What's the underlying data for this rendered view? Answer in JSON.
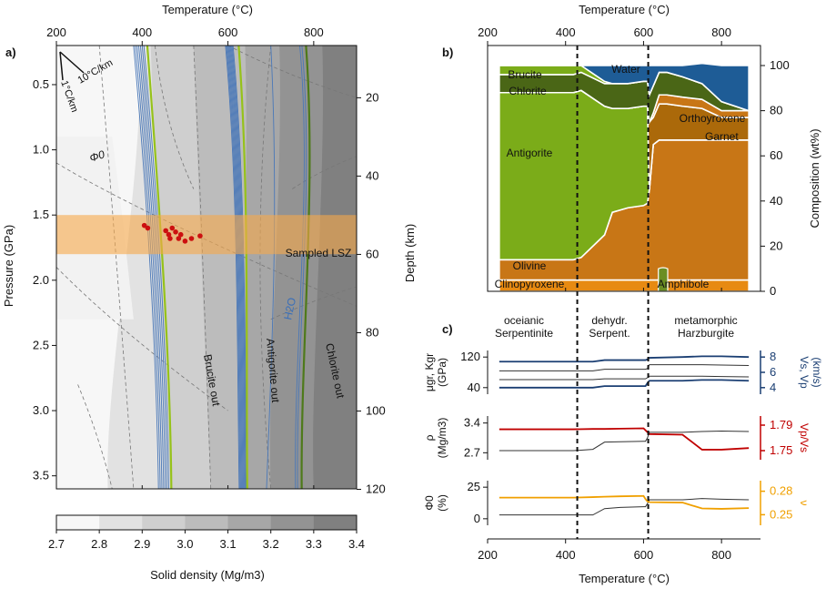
{
  "chart_data": [
    {
      "panel": "a)",
      "type": "area",
      "xlabel_top": "Temperature (°C)",
      "xlim": [
        200,
        900
      ],
      "xticks": [
        "200",
        "400",
        "600",
        "800"
      ],
      "ylabel": "Pressure (GPa)",
      "ylim": [
        0.2,
        3.6
      ],
      "yticks": [
        "0.5",
        "1.0",
        "1.5",
        "2.0",
        "2.5",
        "3.0",
        "3.5"
      ],
      "ylabel_right": "Depth (km)",
      "yticks_right": [
        "20",
        "40",
        "60",
        "80",
        "100",
        "120"
      ],
      "gradients": [
        "10°C/km",
        "1°C/km"
      ],
      "phi_label": "Φ0",
      "band": {
        "label": "Sampled LSZ",
        "p_range": [
          1.5,
          1.8
        ]
      },
      "samples": [
        {
          "t": 405,
          "p": 1.58
        },
        {
          "t": 413,
          "p": 1.6
        },
        {
          "t": 455,
          "p": 1.62
        },
        {
          "t": 462,
          "p": 1.65
        },
        {
          "t": 470,
          "p": 1.6
        },
        {
          "t": 478,
          "p": 1.63
        },
        {
          "t": 485,
          "p": 1.68
        },
        {
          "t": 490,
          "p": 1.65
        },
        {
          "t": 500,
          "p": 1.7
        },
        {
          "t": 515,
          "p": 1.68
        },
        {
          "t": 535,
          "p": 1.66
        },
        {
          "t": 465,
          "p": 1.68
        }
      ],
      "reaction_lines": [
        {
          "label": "Brucite out",
          "t_top": 412,
          "t_bottom": 468
        },
        {
          "label": "Antigorite out",
          "t_top": 625,
          "t_bottom": 645
        },
        {
          "label": "Chlorite out",
          "t_top": 782,
          "t_bottom": 772
        }
      ],
      "water_label": "H2O",
      "colorbar": {
        "label": "Solid density (Mg/m3)",
        "ticks": [
          "2.7",
          "2.8",
          "2.9",
          "3.0",
          "3.1",
          "3.2",
          "3.3",
          "3.4"
        ],
        "colors": [
          "#f7f7f7",
          "#e2e2e2",
          "#cfcfcf",
          "#bcbcbc",
          "#a7a7a7",
          "#939393",
          "#808080"
        ]
      }
    },
    {
      "panel": "b)",
      "type": "area",
      "xlabel_top": "Temperature (°C)",
      "xlim": [
        200,
        900
      ],
      "xticks": [
        "200",
        "400",
        "600",
        "800"
      ],
      "ylabel_right": "Composition (wt%)",
      "ylim": [
        0,
        100
      ],
      "yticks": [
        "0",
        "20",
        "40",
        "60",
        "80",
        "100"
      ],
      "t_markers": [
        430,
        612
      ],
      "x": [
        230,
        420,
        440,
        500,
        520,
        560,
        600,
        610,
        615,
        625,
        640,
        660,
        700,
        750,
        800,
        870
      ],
      "series": [
        {
          "name": "Clinopyroxene",
          "color": "#e78a12",
          "values": [
            5,
            5,
            5,
            5,
            5,
            5,
            5,
            5,
            5,
            5,
            5,
            5,
            5,
            5,
            5,
            5
          ]
        },
        {
          "name": "Olivine",
          "color": "#c87616",
          "values": [
            9,
            9,
            10,
            20,
            30,
            32,
            33,
            34,
            40,
            60,
            62,
            62,
            62,
            62,
            62,
            62
          ]
        },
        {
          "name": "Antigorite",
          "color": "#7bac19",
          "values": [
            74,
            74,
            74,
            57,
            46,
            44,
            44,
            43,
            0,
            0,
            0,
            0,
            0,
            0,
            0,
            0
          ]
        },
        {
          "name": "Orthoyroxene",
          "color": "#ab690a",
          "values": [
            0,
            0,
            0,
            0,
            0,
            0,
            0,
            0,
            30,
            12,
            16,
            16,
            15,
            14,
            10,
            10
          ]
        },
        {
          "name": "Garnet",
          "color": "#c87616",
          "values": [
            0,
            0,
            0,
            0,
            0,
            0,
            0,
            0,
            0,
            2,
            4,
            4,
            4,
            4,
            3,
            3
          ]
        },
        {
          "name": "Chlorite",
          "color": "#4a6616",
          "values": [
            8,
            8,
            8,
            10,
            11,
            11,
            11,
            11,
            12,
            12,
            10,
            10,
            9,
            7,
            4,
            0
          ]
        },
        {
          "name": "Brucite",
          "color": "#7bac19",
          "values": [
            4,
            4,
            3,
            1,
            0,
            0,
            0,
            0,
            0,
            0,
            0,
            0,
            0,
            0,
            0,
            0
          ]
        },
        {
          "name": "Water",
          "color": "#1e5c96",
          "values": [
            0,
            0,
            0,
            7,
            8,
            8,
            7,
            7,
            13,
            9,
            3,
            3,
            5,
            9,
            16,
            20
          ]
        },
        {
          "name": "Amphibole",
          "color": "#6b8e23",
          "values": []
        }
      ]
    },
    {
      "panel": "c)",
      "type": "line",
      "xlabel": "Temperature (°C)",
      "xlim": [
        200,
        900
      ],
      "xticks": [
        "200",
        "400",
        "600",
        "800"
      ],
      "regimes": [
        "oceianic",
        "Serpentinite",
        "dehydr.",
        "Serpent.",
        "metamorphic",
        "Harzburgite"
      ],
      "t_markers": [
        430,
        612
      ],
      "x": [
        230,
        420,
        470,
        500,
        540,
        600,
        605,
        610,
        615,
        700,
        750,
        800,
        870
      ],
      "subplots": [
        {
          "ylabel": "μgr, Kgr",
          "ylabel_unit": "(GPa)",
          "ylim": [
            30,
            130
          ],
          "yticks": [
            "40",
            "120"
          ],
          "ylabel_right": "Vs, Vp",
          "ylabel_right_unit": "(km/s)",
          "ylim_right": [
            3.5,
            8.5
          ],
          "yticks_right": [
            "4",
            "6",
            "8"
          ],
          "right_color": "#1b3f73",
          "series": [
            {
              "axis": "left",
              "color": "#1b3f73",
              "values": [
                108,
                108,
                108,
                112,
                112,
                112,
                112,
                114,
                118,
                120,
                122,
                122,
                120
              ]
            },
            {
              "axis": "left",
              "color": "#333333",
              "values": [
                84,
                84,
                84,
                88,
                88,
                88,
                88,
                90,
                100,
                100,
                100,
                99,
                98
              ]
            },
            {
              "axis": "right",
              "color": "#1b3f73",
              "values": [
                4.0,
                4.0,
                4.0,
                4.2,
                4.2,
                4.2,
                4.2,
                4.6,
                4.9,
                4.9,
                5.0,
                5.0,
                4.9
              ]
            },
            {
              "axis": "right",
              "color": "#333333",
              "values": [
                5.05,
                5.05,
                5.05,
                5.15,
                5.15,
                5.15,
                5.15,
                5.3,
                5.5,
                5.5,
                5.5,
                5.45,
                5.4
              ]
            }
          ]
        },
        {
          "ylabel": "ρ",
          "ylabel_unit": "(Mg/m3)",
          "ylim": [
            2.6,
            3.5
          ],
          "yticks": [
            "2.7",
            "3.4"
          ],
          "ylabel_right": "Vp/Vs",
          "ylim_right": [
            1.74,
            1.8
          ],
          "yticks_right": [
            "1.75",
            "1.79"
          ],
          "right_color": "#c00000",
          "series": [
            {
              "axis": "left",
              "color": "#333333",
              "values": [
                2.75,
                2.75,
                2.78,
                2.95,
                2.96,
                2.97,
                2.97,
                3.05,
                3.18,
                3.18,
                3.2,
                3.21,
                3.2
              ]
            },
            {
              "axis": "right",
              "color": "#c00000",
              "values": [
                1.7835,
                1.7835,
                1.784,
                1.784,
                1.7845,
                1.785,
                1.782,
                1.779,
                1.776,
                1.775,
                1.7515,
                1.7515,
                1.754
              ]
            }
          ]
        },
        {
          "ylabel": "Φ0",
          "ylabel_unit": "(%)",
          "ylim": [
            -3,
            28
          ],
          "yticks": [
            "0",
            "25"
          ],
          "ylabel_right": "ν",
          "ylim_right": [
            0.24,
            0.29
          ],
          "yticks_right": [
            "0.25",
            "0.28"
          ],
          "right_color": "#f0a000",
          "series": [
            {
              "axis": "left",
              "color": "#333333",
              "values": [
                3,
                3,
                3,
                8,
                9,
                9.5,
                9.5,
                12,
                15,
                15,
                16,
                15.5,
                15
              ]
            },
            {
              "axis": "right",
              "color": "#f0a000",
              "values": [
                0.2718,
                0.2718,
                0.2725,
                0.273,
                0.2735,
                0.274,
                0.27,
                0.267,
                0.266,
                0.2655,
                0.258,
                0.2575,
                0.2585
              ]
            }
          ]
        }
      ]
    }
  ]
}
